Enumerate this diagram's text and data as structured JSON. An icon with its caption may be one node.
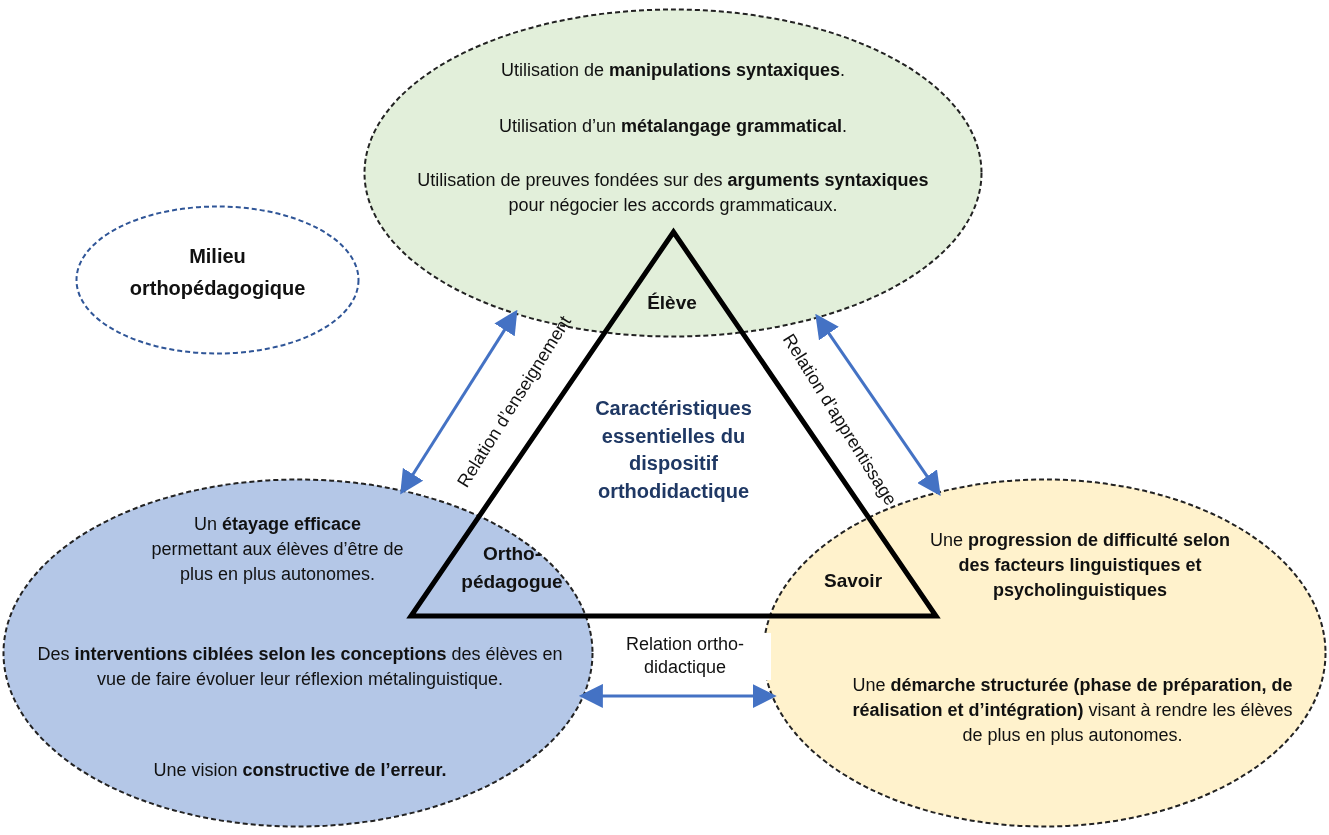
{
  "diagram": {
    "nodes": [
      {
        "text": [
          "Utilisation de **manipulations syntaxiques**.",
          "Utilisation d’un **métalangage grammatical**.",
          "Utilisation de preuves fondées sur des **arguments syntaxiques** pour négocier les accords grammaticaux."
        ]
      },
      {
        "text": [
          "Élève"
        ]
      },
      {
        "text": [
          "Milieu orthopédagogique"
        ]
      },
      {
        "text": [
          "Caractéristiques essentielles du dispositif orthodidactique"
        ]
      },
      {
        "text": [
          "Un **étayage efficace** permettant aux élèves d’être de plus en plus autonomes.",
          "Des **interventions ciblées selon les conceptions** des élèves en vue de faire évoluer leur réflexion métalinguistique.",
          "Une vision **constructive de l’erreur.**"
        ]
      },
      {
        "text": [
          "Ortho-pédagogue"
        ]
      },
      {
        "text": [
          "Une **progression de difficulté selon des facteurs linguistiques et psycholinguistiques**",
          "Une **démarche structurée (phase de préparation, de réalisation et d’intégration)** visant à rendre les élèves de plus en plus autonomes."
        ]
      },
      {
        "text": [
          "Savoir"
        ]
      }
    ],
    "edges": [
      {
        "from": 0,
        "to": 4,
        "arrow": "both",
        "label": "Relation d’enseignement"
      },
      {
        "from": 0,
        "to": 6,
        "arrow": "both",
        "label": "Relation d’apprentissage"
      },
      {
        "from": 4,
        "to": 6,
        "arrow": "both",
        "label": "Relation ortho-didactique"
      }
    ]
  }
}
